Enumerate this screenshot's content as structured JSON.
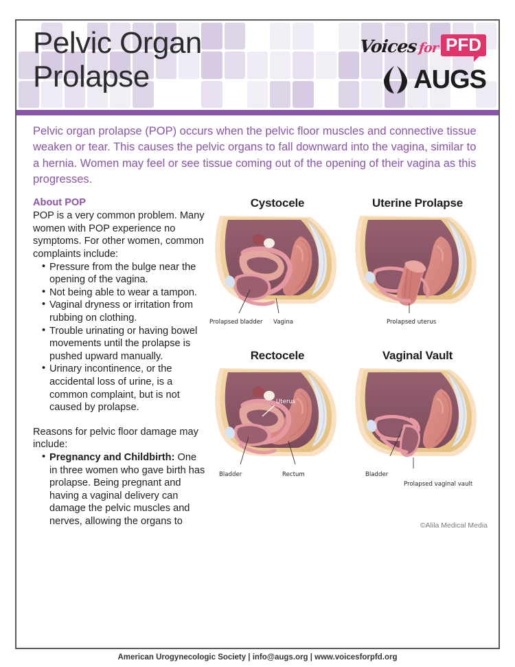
{
  "header": {
    "title": "Pelvic Organ\nProlapse",
    "logo_voices": "Voices",
    "logo_for": "for",
    "logo_pfd": "PFD",
    "logo_augs": "AUGS",
    "accent_purple": "#8a54a8",
    "accent_pink": "#e0346b"
  },
  "intro": {
    "text": "Pelvic organ prolapse (POP) occurs when the pelvic floor muscles and connective tissue weaken or tear.  This causes the pelvic organs to fall downward into the vagina, similar to a hernia.  Women may feel or see tissue coming out of the opening of their vagina as this progresses."
  },
  "about": {
    "heading": "About POP",
    "paragraph": "POP is a very common problem.  Many women with POP experience no symptoms. For other women, common complaints include:",
    "symptoms": [
      "Pressure from the bulge near the opening of the vagina.",
      "Not being able to wear a tampon.",
      "Vaginal dryness or irritation from rubbing on clothing.",
      "Trouble urinating or having bowel movements until the prolapse is pushed upward manually.",
      "Urinary incontinence, or the accidental loss of urine, is a common complaint, but is not caused by prolapse."
    ],
    "reasons_intro": "Reasons for pelvic floor damage may include:",
    "reason_bold": "Pregnancy and Childbirth:",
    "reason_text": " One in three women who gave birth has prolapse.  Being pregnant and having a vaginal delivery can damage the pelvic muscles and nerves, allowing the organs to"
  },
  "diagrams": [
    {
      "title": "Cystocele",
      "labels": [
        {
          "text": "Prolapsed bladder",
          "inner": false
        },
        {
          "text": "Vagina",
          "inner": false
        }
      ]
    },
    {
      "title": "Uterine Prolapse",
      "labels": [
        {
          "text": "Prolapsed uterus",
          "inner": false
        }
      ]
    },
    {
      "title": "Rectocele",
      "labels": [
        {
          "text": "Uterus",
          "inner": true
        },
        {
          "text": "Bladder",
          "inner": false
        },
        {
          "text": "Rectum",
          "inner": false
        }
      ]
    },
    {
      "title": "Vaginal Vault",
      "labels": [
        {
          "text": "Bladder",
          "inner": false
        },
        {
          "text": "Prolapsed vaginal vault",
          "inner": false
        }
      ]
    }
  ],
  "credit": "©Alila Medical Media",
  "footer": {
    "text": "American Urogynecologic Society | info@augs.org | www.voicesforpfd.org"
  },
  "palette": {
    "skin": "#f6d9b4",
    "fat": "#e9c98c",
    "muscle": "#8e5a6b",
    "organ": "#d98a85",
    "organ_light": "#e3a79d",
    "outline_pink": "#e59aa3",
    "bone": "#dfe6ef",
    "deep": "#7d4d5e"
  }
}
